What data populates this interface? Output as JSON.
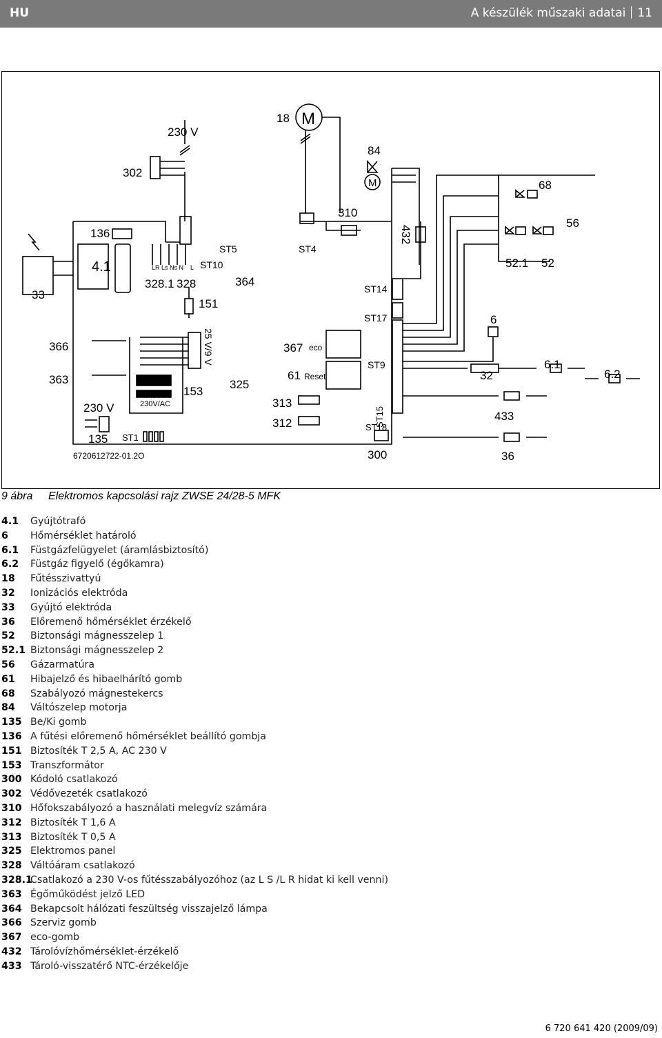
{
  "header": {
    "lang": "HU",
    "title": "A készülék műszaki adatai",
    "page": "11"
  },
  "figure": {
    "labels": {
      "l230v_top": "230 V",
      "l18": "18",
      "lM": "M",
      "l84": "84",
      "l302": "302",
      "l310": "310",
      "l432": "432",
      "l68": "68",
      "l56": "56",
      "l136": "136",
      "l41": "4.1",
      "l33": "33",
      "lLR": "LR Ls Ns N",
      "lL": "L",
      "l3281": "328.1",
      "l328": "328",
      "lST10": "ST10",
      "lST5": "ST5",
      "lST4": "ST4",
      "l364": "364",
      "l151": "151",
      "lST14": "ST14",
      "lST17": "ST17",
      "l521": "52.1",
      "l52": "52",
      "l6": "6",
      "l366": "366",
      "l25v": "25 V/9 V",
      "l367": "367",
      "leco": "eco",
      "lST9": "ST9",
      "l363": "363",
      "l61": "61",
      "lReset": "Reset",
      "l325": "325",
      "l153": "153",
      "l32": "32",
      "l61b": "6.1",
      "l62": "6.2",
      "l230v": "230 V",
      "l230vac": "230V/AC",
      "l313": "313",
      "l312": "312",
      "lST15": "ST15",
      "lST18": "ST18",
      "l433": "433",
      "l135": "135",
      "lST1": "ST1",
      "lcode": "6720612722-01.2O",
      "l300": "300",
      "l36": "36",
      "lMp": "M"
    }
  },
  "caption": {
    "number": "9 ábra",
    "text": "Elektromos kapcsolási rajz ZWSE 24/28-5 MFK"
  },
  "legend": [
    {
      "code": "4.1",
      "label": "Gyújtótrafó"
    },
    {
      "code": "6",
      "label": "Hőmérséklet határoló"
    },
    {
      "code": "6.1",
      "label": "Füstgázfelügyelet (áramlásbiztosító)"
    },
    {
      "code": "6.2",
      "label": "Füstgáz figyelő (égőkamra)"
    },
    {
      "code": "18",
      "label": "Fűtésszivattyú"
    },
    {
      "code": "32",
      "label": "Ionizációs elektróda"
    },
    {
      "code": "33",
      "label": "Gyújtó elektróda"
    },
    {
      "code": "36",
      "label": "Előremenő hőmérséklet érzékelő"
    },
    {
      "code": "52",
      "label": "Biztonsági mágnesszelep 1"
    },
    {
      "code": "52.1",
      "label": "Biztonsági mágnesszelep 2"
    },
    {
      "code": "56",
      "label": "Gázarmatúra"
    },
    {
      "code": "61",
      "label": "Hibajelző és hibaelhárító gomb"
    },
    {
      "code": "68",
      "label": "Szabályozó mágnestekercs"
    },
    {
      "code": "84",
      "label": "Váltószelep motorja"
    },
    {
      "code": "135",
      "label": "Be/Ki gomb"
    },
    {
      "code": "136",
      "label": "A fűtési előremenő hőmérséklet beállító gombja"
    },
    {
      "code": "151",
      "label": "Biztosíték T 2,5 A, AC 230 V"
    },
    {
      "code": "153",
      "label": "Transzformátor"
    },
    {
      "code": "300",
      "label": "Kódoló csatlakozó"
    },
    {
      "code": "302",
      "label": "Védővezeték csatlakozó"
    },
    {
      "code": "310",
      "label": "Hőfokszabályozó a használati melegvíz számára"
    },
    {
      "code": "312",
      "label": "Biztosíték T 1,6 A"
    },
    {
      "code": "313",
      "label": "Biztosíték T 0,5 A"
    },
    {
      "code": "325",
      "label": "Elektromos panel"
    },
    {
      "code": "328",
      "label": "Váltóáram csatlakozó"
    },
    {
      "code": "328.1",
      "label": "Csatlakozó a 230 V-os fűtésszabályozóhoz (az L S /L R hidat ki kell venni)"
    },
    {
      "code": "363",
      "label": "Égőműködést jelző LED"
    },
    {
      "code": "364",
      "label": "Bekapcsolt hálózati feszültség visszajelző lámpa"
    },
    {
      "code": "366",
      "label": "Szerviz gomb"
    },
    {
      "code": "367",
      "label": "eco-gomb"
    },
    {
      "code": "432",
      "label": "Tárolóvízhőmérséklet-érzékelő"
    },
    {
      "code": "433",
      "label": "Tároló-visszatérő NTC-érzékelője"
    }
  ],
  "footer": {
    "docnum": "6 720 641 420 (2009/09)"
  }
}
